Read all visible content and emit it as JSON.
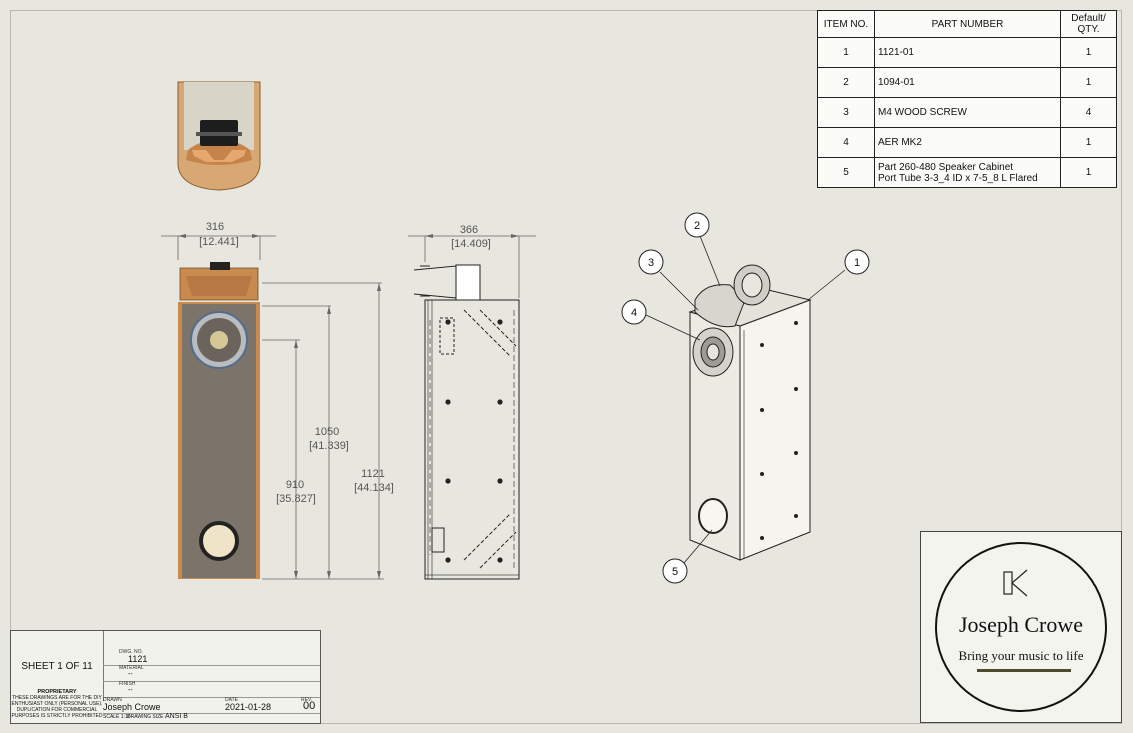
{
  "bom": {
    "headers": [
      "ITEM NO.",
      "PART NUMBER",
      "Default/ QTY."
    ],
    "rows": [
      {
        "item": "1",
        "part": "1121-01",
        "qty": "1"
      },
      {
        "item": "2",
        "part": "1094-01",
        "qty": "1"
      },
      {
        "item": "3",
        "part": "M4 WOOD SCREW",
        "qty": "4"
      },
      {
        "item": "4",
        "part": "AER MK2",
        "qty": "1"
      },
      {
        "item": "5",
        "part_line1": "Part 260-480   Speaker Cabinet",
        "part_line2": "Port Tube 3-3_4 ID x 7-5_8 L Flared",
        "qty": "1"
      }
    ]
  },
  "dimensions": {
    "front_width": "316",
    "front_width_in": "[12.441]",
    "side_width": "366",
    "side_width_in": "[14.409]",
    "h1050": "1050",
    "h1050_in": "[41.339]",
    "h910": "910",
    "h910_in": "[35.827]",
    "h1121": "1121",
    "h1121_in": "[44.134]"
  },
  "balloons": [
    "1",
    "2",
    "3",
    "4",
    "5"
  ],
  "title_block": {
    "sheet": "SHEET 1 OF 11",
    "dwg_label": "DWG. NO.",
    "dwg_no": "1121",
    "material_label": "MATERIAL",
    "material": "--",
    "finish_label": "FINISH",
    "finish": "--",
    "drawn_label": "DRAWN",
    "drawn_by": "Joseph Crowe",
    "date_label": "DATE",
    "date": "2021-01-28",
    "rev_label": "REV.",
    "rev": "00",
    "scale": "SCALE 1:16",
    "drawing_size_label": "DRAWING SIZE",
    "drawing_size": "ANSI B",
    "proprietary_title": "PROPRIETARY",
    "proprietary_text": "THESE DRAWINGS ARE FOR THE DIY ENTHUSIAST ONLY (PERSONAL USE). DUPLICATION FOR COMMERCIAL PURPOSES IS STRICTLY PROHIBITED"
  },
  "logo": {
    "name": "Joseph Crowe",
    "tagline": "Bring your music to life"
  },
  "colors": {
    "paper": "#e8e7df",
    "wood": "#c98a4e",
    "baffle": "#7c746a",
    "line": "#222222"
  }
}
